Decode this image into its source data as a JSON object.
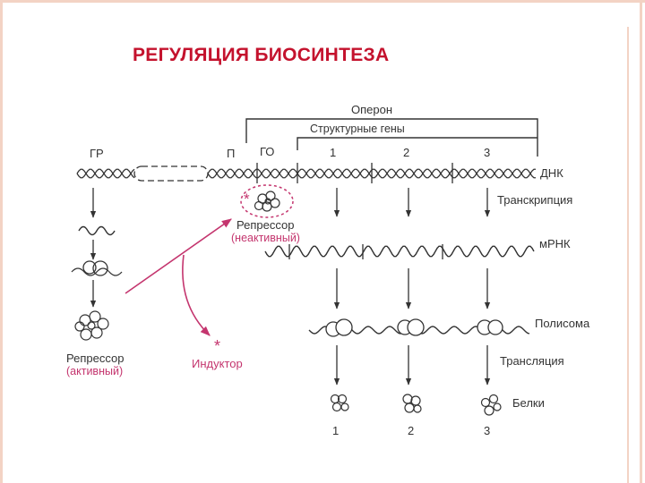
{
  "slide": {
    "title": "РЕГУЛЯЦИЯ БИОСИНТЕЗА"
  },
  "diagram": {
    "operon": "Оперон",
    "structural_genes": "Структурные гены",
    "gene_regulator": "ГР",
    "promoter": "П",
    "operator": "ГО",
    "gene_numbers": [
      "1",
      "2",
      "3"
    ],
    "dna": "ДНК",
    "transcription": "Транскрипция",
    "mrna": "мРНК",
    "polysome": "Полисома",
    "translation": "Трансляция",
    "proteins": "Белки",
    "protein_numbers": [
      "1",
      "2",
      "3"
    ],
    "repressor_inactive": "Репрессор",
    "repressor_inactive_note": "(неактивный)",
    "repressor_active": "Репрессор",
    "repressor_active_note": "(активный)",
    "inductor": "Индуктор",
    "star": "*"
  },
  "colors": {
    "title": "#c4122d",
    "accent": "#c4356e",
    "ink": "#333333",
    "frame": "#f3d3c4"
  }
}
